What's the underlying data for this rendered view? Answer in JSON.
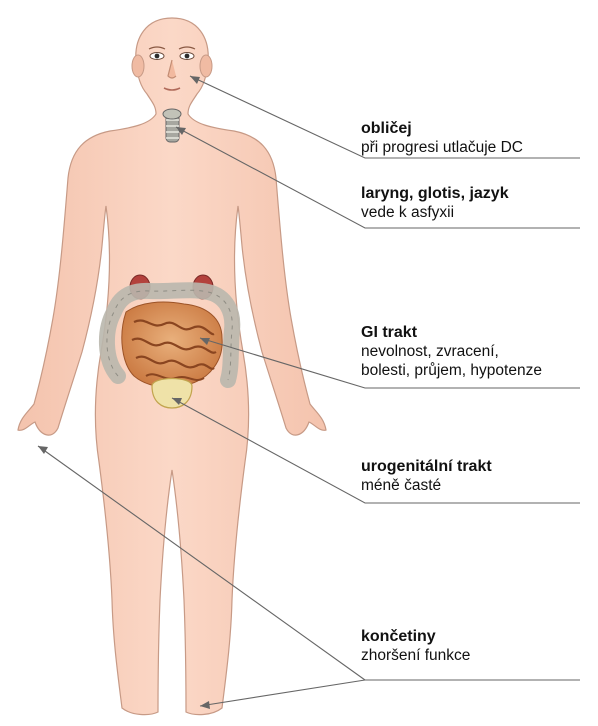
{
  "colors": {
    "skin": "#f8cfbb",
    "skin_outline": "#c79a86",
    "intestine": "#d07a43",
    "kidney": "#b3413c",
    "bladder": "#efe2a8",
    "leader_line": "#666666"
  },
  "figure": {
    "icons": [
      "human-body-icon",
      "larynx-icon",
      "intestines-icon",
      "kidney-icon",
      "bladder-icon"
    ]
  },
  "callouts": [
    {
      "id": "face",
      "title": "obličej",
      "description": "při progresi utlačuje DC"
    },
    {
      "id": "larynx",
      "title": "laryng, glotis, jazyk",
      "description": "vede k asfyxii"
    },
    {
      "id": "gi",
      "title": "GI trakt",
      "description": "nevolnost, zvracení,\nbolesti, průjem, hypotenze"
    },
    {
      "id": "uro",
      "title": "urogenitální trakt",
      "description": "méně časté"
    },
    {
      "id": "limbs",
      "title": "končetiny",
      "description": "zhoršení funkce"
    }
  ]
}
